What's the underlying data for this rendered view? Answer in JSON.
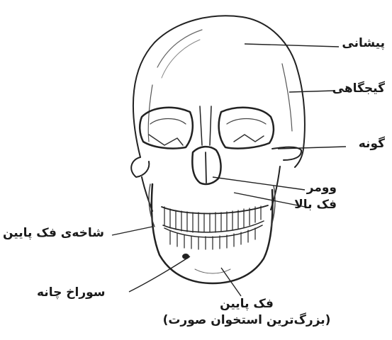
{
  "labels": {
    "frontal": "پیشانی",
    "temporal": "گیجگاهی",
    "zygomatic": "گونه",
    "vomer": "وومر",
    "maxilla": "فک بالا",
    "ramus": "شاخه‌ی فک پایین",
    "mental_foramen": "سوراخ چانه",
    "mandible": "فک پایین",
    "mandible_note": "(بزرگ‌ترین استخوان صورت)"
  }
}
